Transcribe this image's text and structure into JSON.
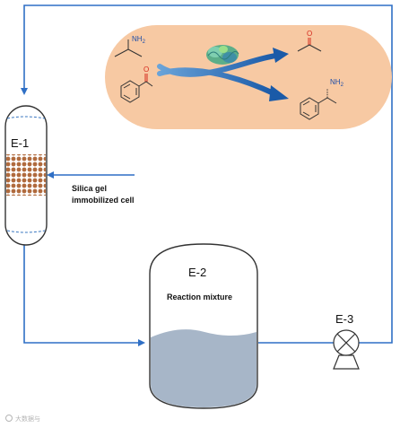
{
  "diagram": {
    "units": {
      "e1": "E-1",
      "e2": "E-2",
      "e3": "E-3"
    },
    "labels": {
      "silica_line1": "Silica gel",
      "silica_line2": "immobilized cell",
      "reaction_mixture": "Reaction mixture"
    },
    "molecules": {
      "nh2_a": "NH",
      "nh2_a_sub": "2",
      "ketone_o": "O",
      "acetone_o": "O",
      "nh2_b": "NH",
      "nh2_b_sub": "2"
    },
    "watermark": "大数据与"
  },
  "colors": {
    "pipe": "#2f6fc5",
    "reaction_bg": "#f7c9a3",
    "arrow": "#2163b3",
    "packing": "#b06a3d",
    "liquid": "#a7b6c8",
    "vessel_stroke": "#333333"
  }
}
